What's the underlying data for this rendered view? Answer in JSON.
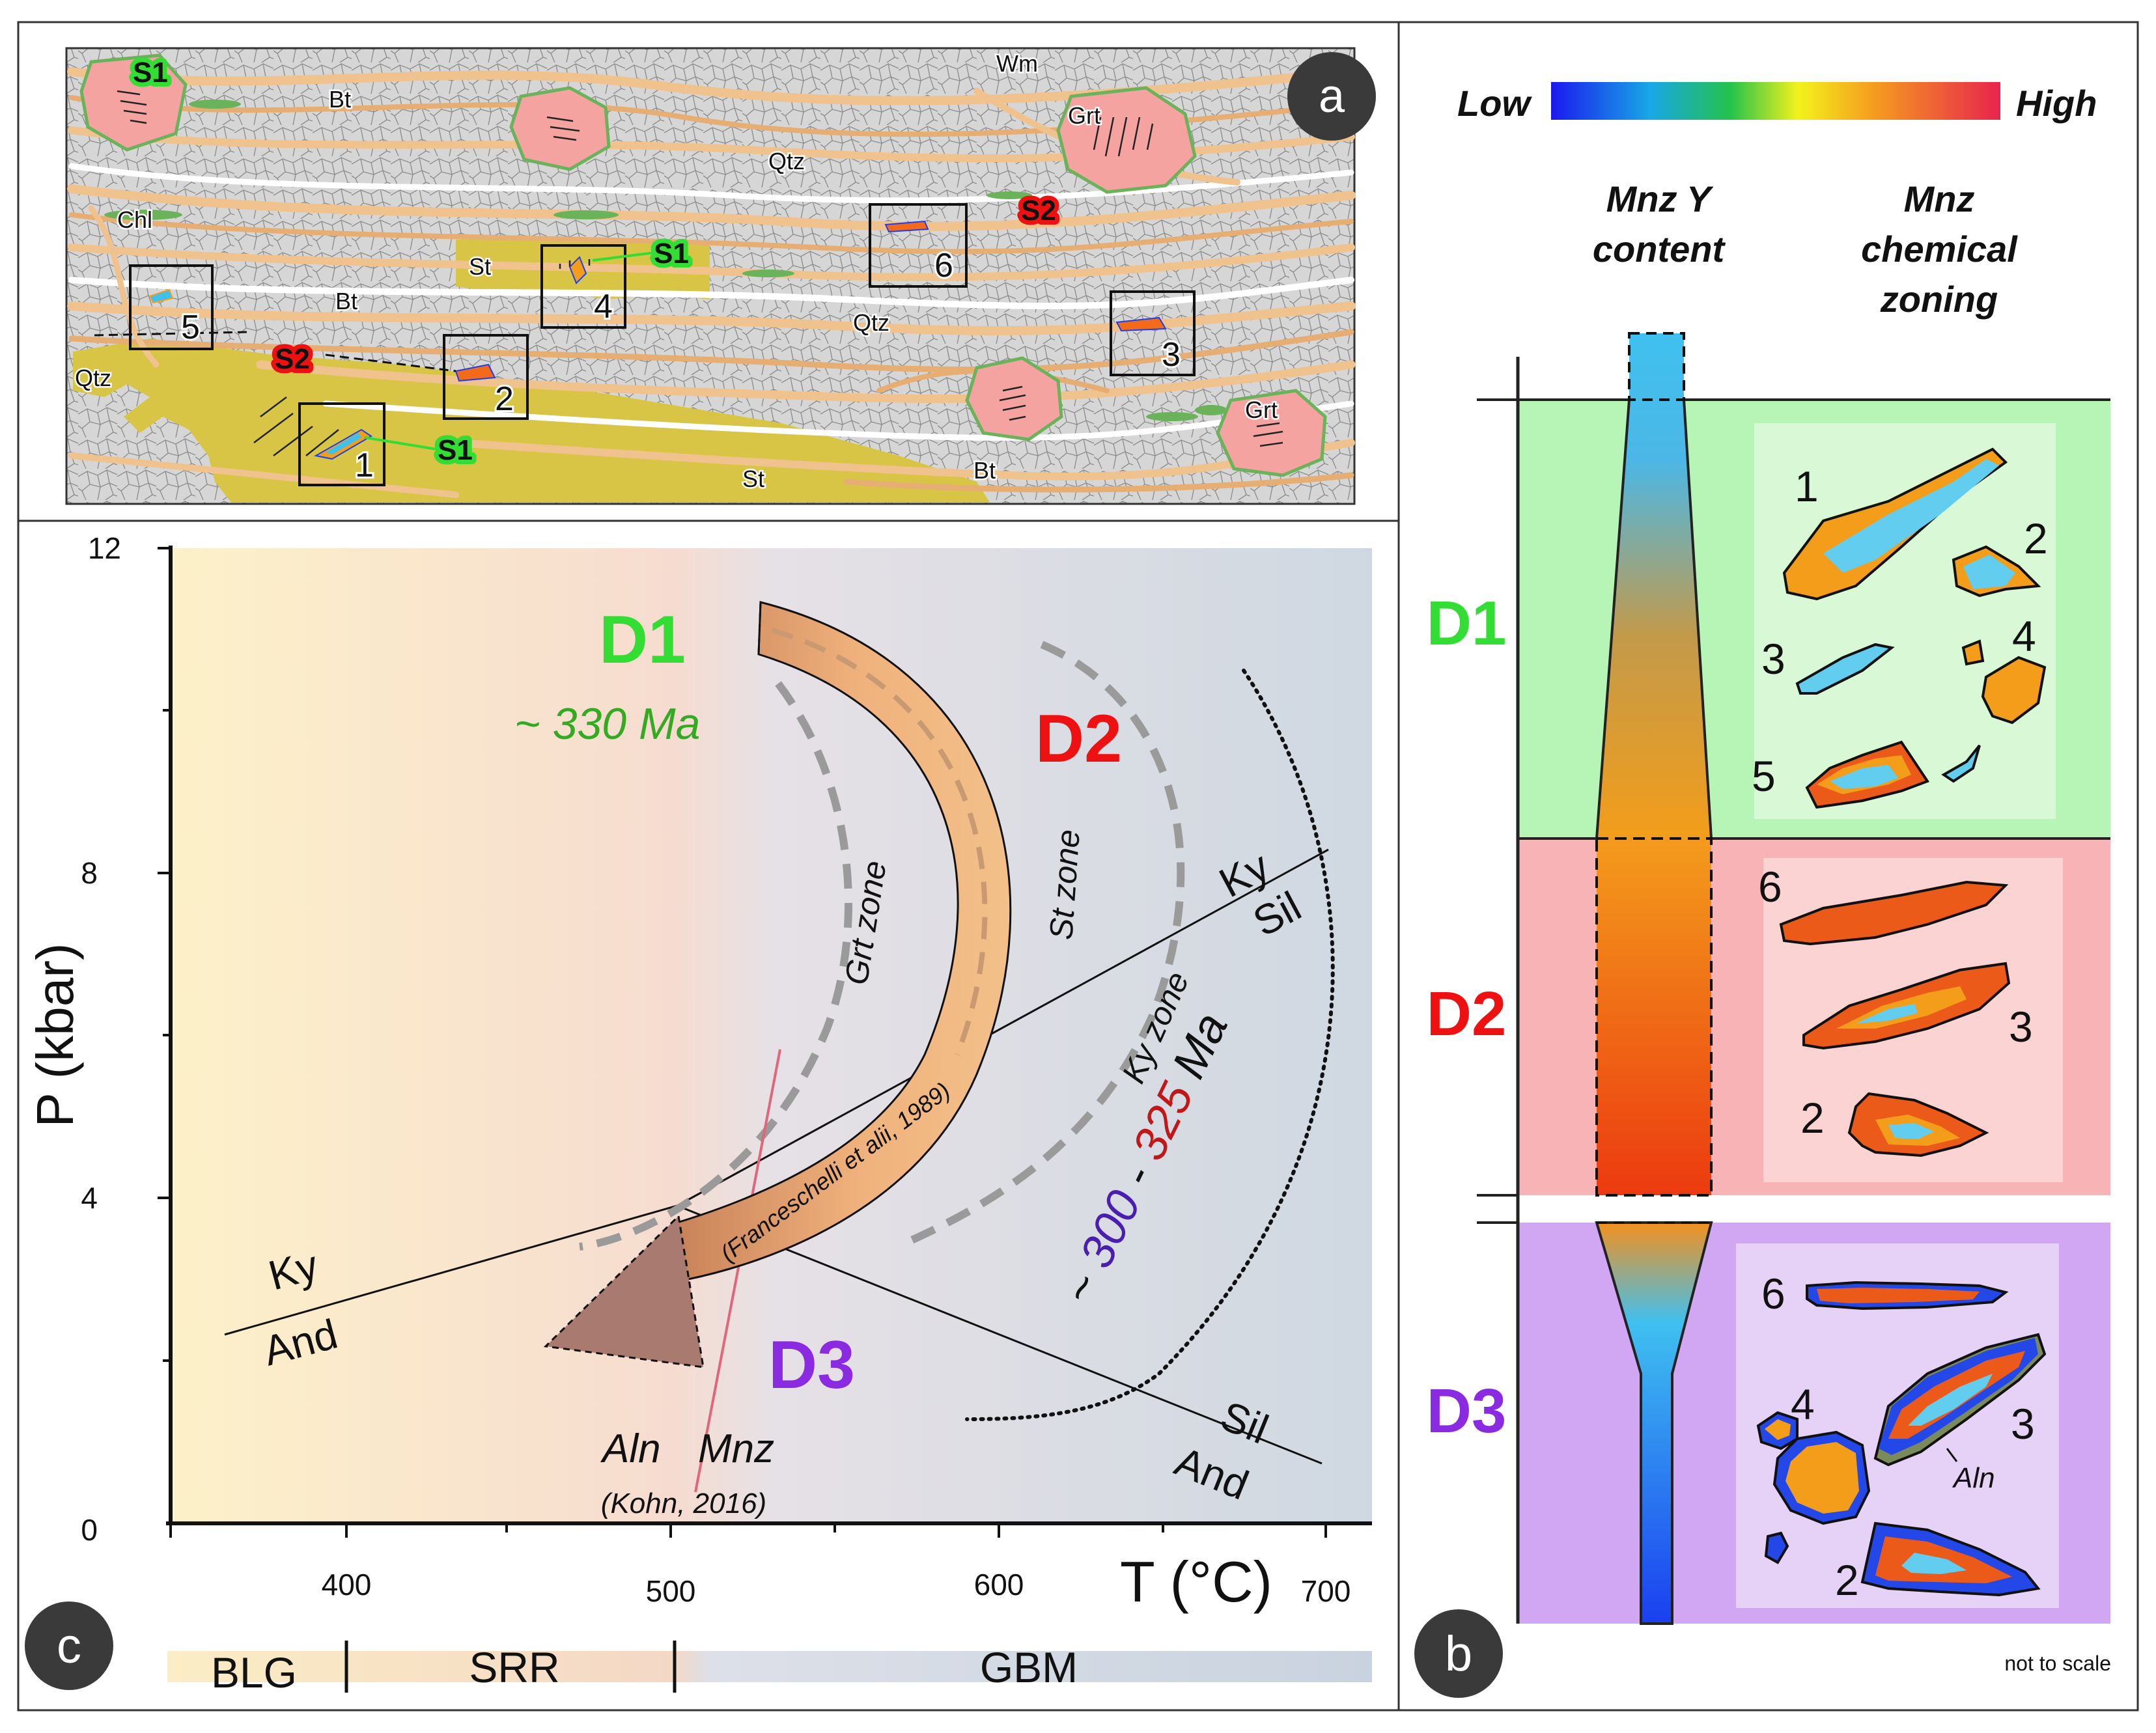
{
  "panel_a": {
    "badge": "a",
    "minerals": {
      "wm": "Wm",
      "bt_1": "Bt",
      "bt_2": "Bt",
      "bt_3": "Bt",
      "qtz_1": "Qtz",
      "qtz_2": "Qtz",
      "qtz_3": "Qtz",
      "grt_1": "Grt",
      "grt_2": "Grt",
      "chl": "Chl",
      "st_1": "St",
      "st_2": "St"
    },
    "foliations": {
      "s1_a": "S1",
      "s1_b": "S1",
      "s1_c": "S1",
      "s2_a": "S2",
      "s2_b": "S2"
    },
    "box_numbers": [
      "1",
      "2",
      "3",
      "4",
      "5",
      "6"
    ]
  },
  "panel_b": {
    "badge": "b",
    "scale_low": "Low",
    "scale_high": "High",
    "col1_title_1": "Mnz Y",
    "col1_title_2": "content",
    "col2_title_1": "Mnz",
    "col2_title_2": "chemical",
    "col2_title_3": "zoning",
    "stage_d1": "D1",
    "stage_d2": "D2",
    "stage_d3": "D3",
    "d1_grains": [
      "1",
      "2",
      "3",
      "4",
      "5"
    ],
    "d2_grains": [
      "6",
      "3",
      "2"
    ],
    "d3_grains": [
      "6",
      "4",
      "3",
      "2"
    ],
    "aln_label": "Aln",
    "note": "not to scale"
  },
  "panel_c": {
    "badge": "c",
    "ylabel": "P (kbar)",
    "xlabel": "T (°C)",
    "y_ticks": [
      "0",
      "4",
      "8",
      "12"
    ],
    "x_ticks": [
      "400",
      "500",
      "600",
      "700"
    ],
    "d1_label": "D1",
    "d1_age": "~ 330 Ma",
    "d2_label": "D2",
    "d3_label": "D3",
    "age_prefix": "~ ",
    "age_300": "300",
    "age_dash": " - ",
    "age_325": "325",
    "age_unit": " Ma",
    "zone_grt": "Grt zone",
    "zone_st": "St zone",
    "zone_ky": "Ky zone",
    "ref_path": "(Franceschelli et alii, 1989)",
    "aln_mnz_1": "Aln",
    "aln_mnz_2": "Mnz",
    "kohn": "(Kohn, 2016)",
    "ky_left": "Ky",
    "and_left": "And",
    "ky_right": "Ky",
    "sil_right": "Sil",
    "sil_bottom": "Sil",
    "and_bottom": "And",
    "regimes": [
      "BLG",
      "SRR",
      "GBM"
    ]
  },
  "colors": {
    "d1": "#33dd33",
    "d2": "#ee1111",
    "d3": "#8a2be2",
    "garnet": "#f5a3a0",
    "staurolite": "#d8c545",
    "mica": "#f0c28e",
    "d1_bg": "#b6f5b6",
    "d2_bg": "#f8b3b6",
    "d3_bg": "#d1a7f4"
  }
}
